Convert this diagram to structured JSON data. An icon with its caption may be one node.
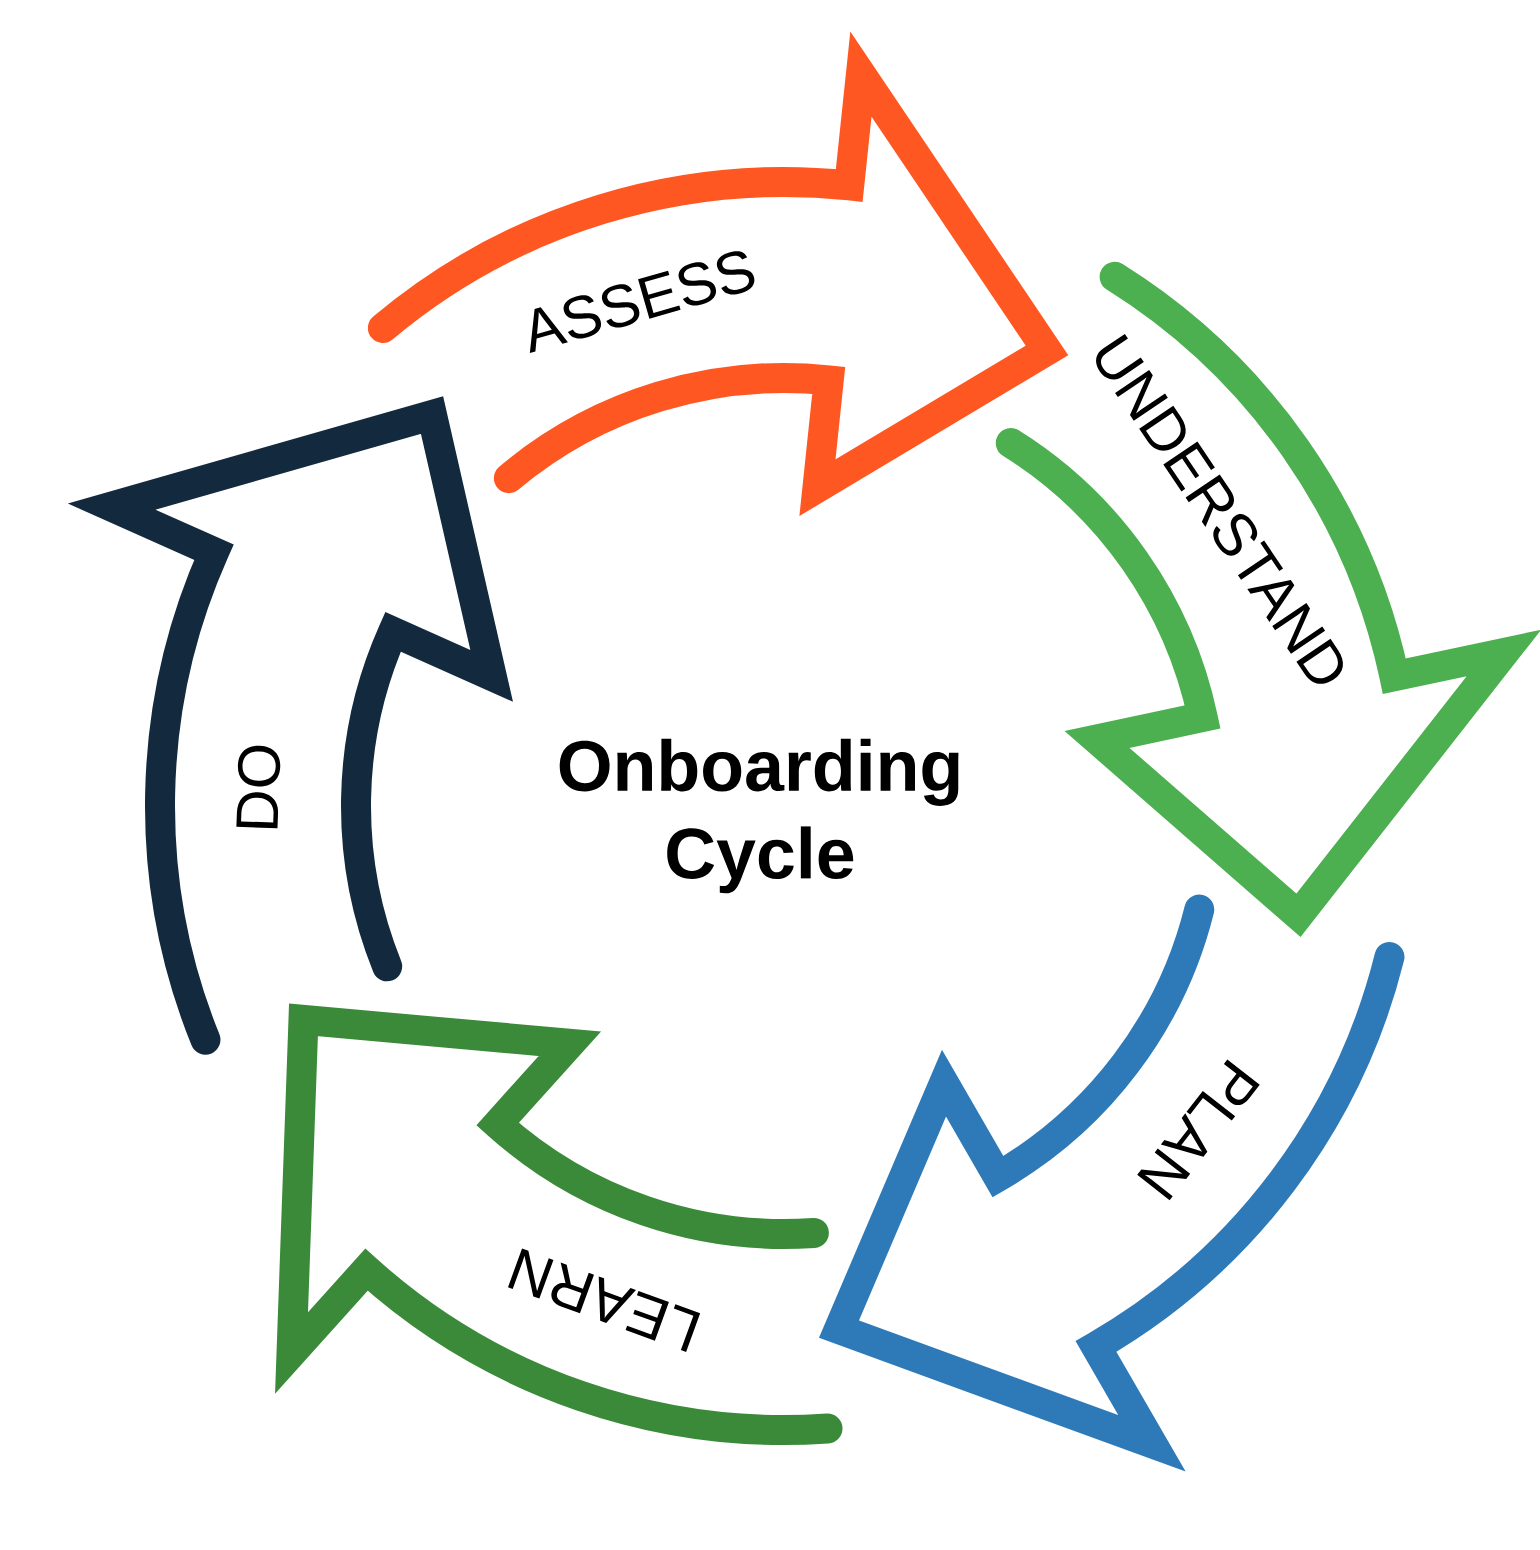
{
  "diagram": {
    "title": "Onboarding Cycle",
    "nodes": [
      {
        "text": [
          "ASSESS"
        ]
      },
      {
        "text": [
          "UNDERSTAND"
        ]
      },
      {
        "text": [
          "PLAN"
        ]
      },
      {
        "text": [
          "LEARN"
        ]
      },
      {
        "text": [
          "DO"
        ]
      }
    ]
  }
}
